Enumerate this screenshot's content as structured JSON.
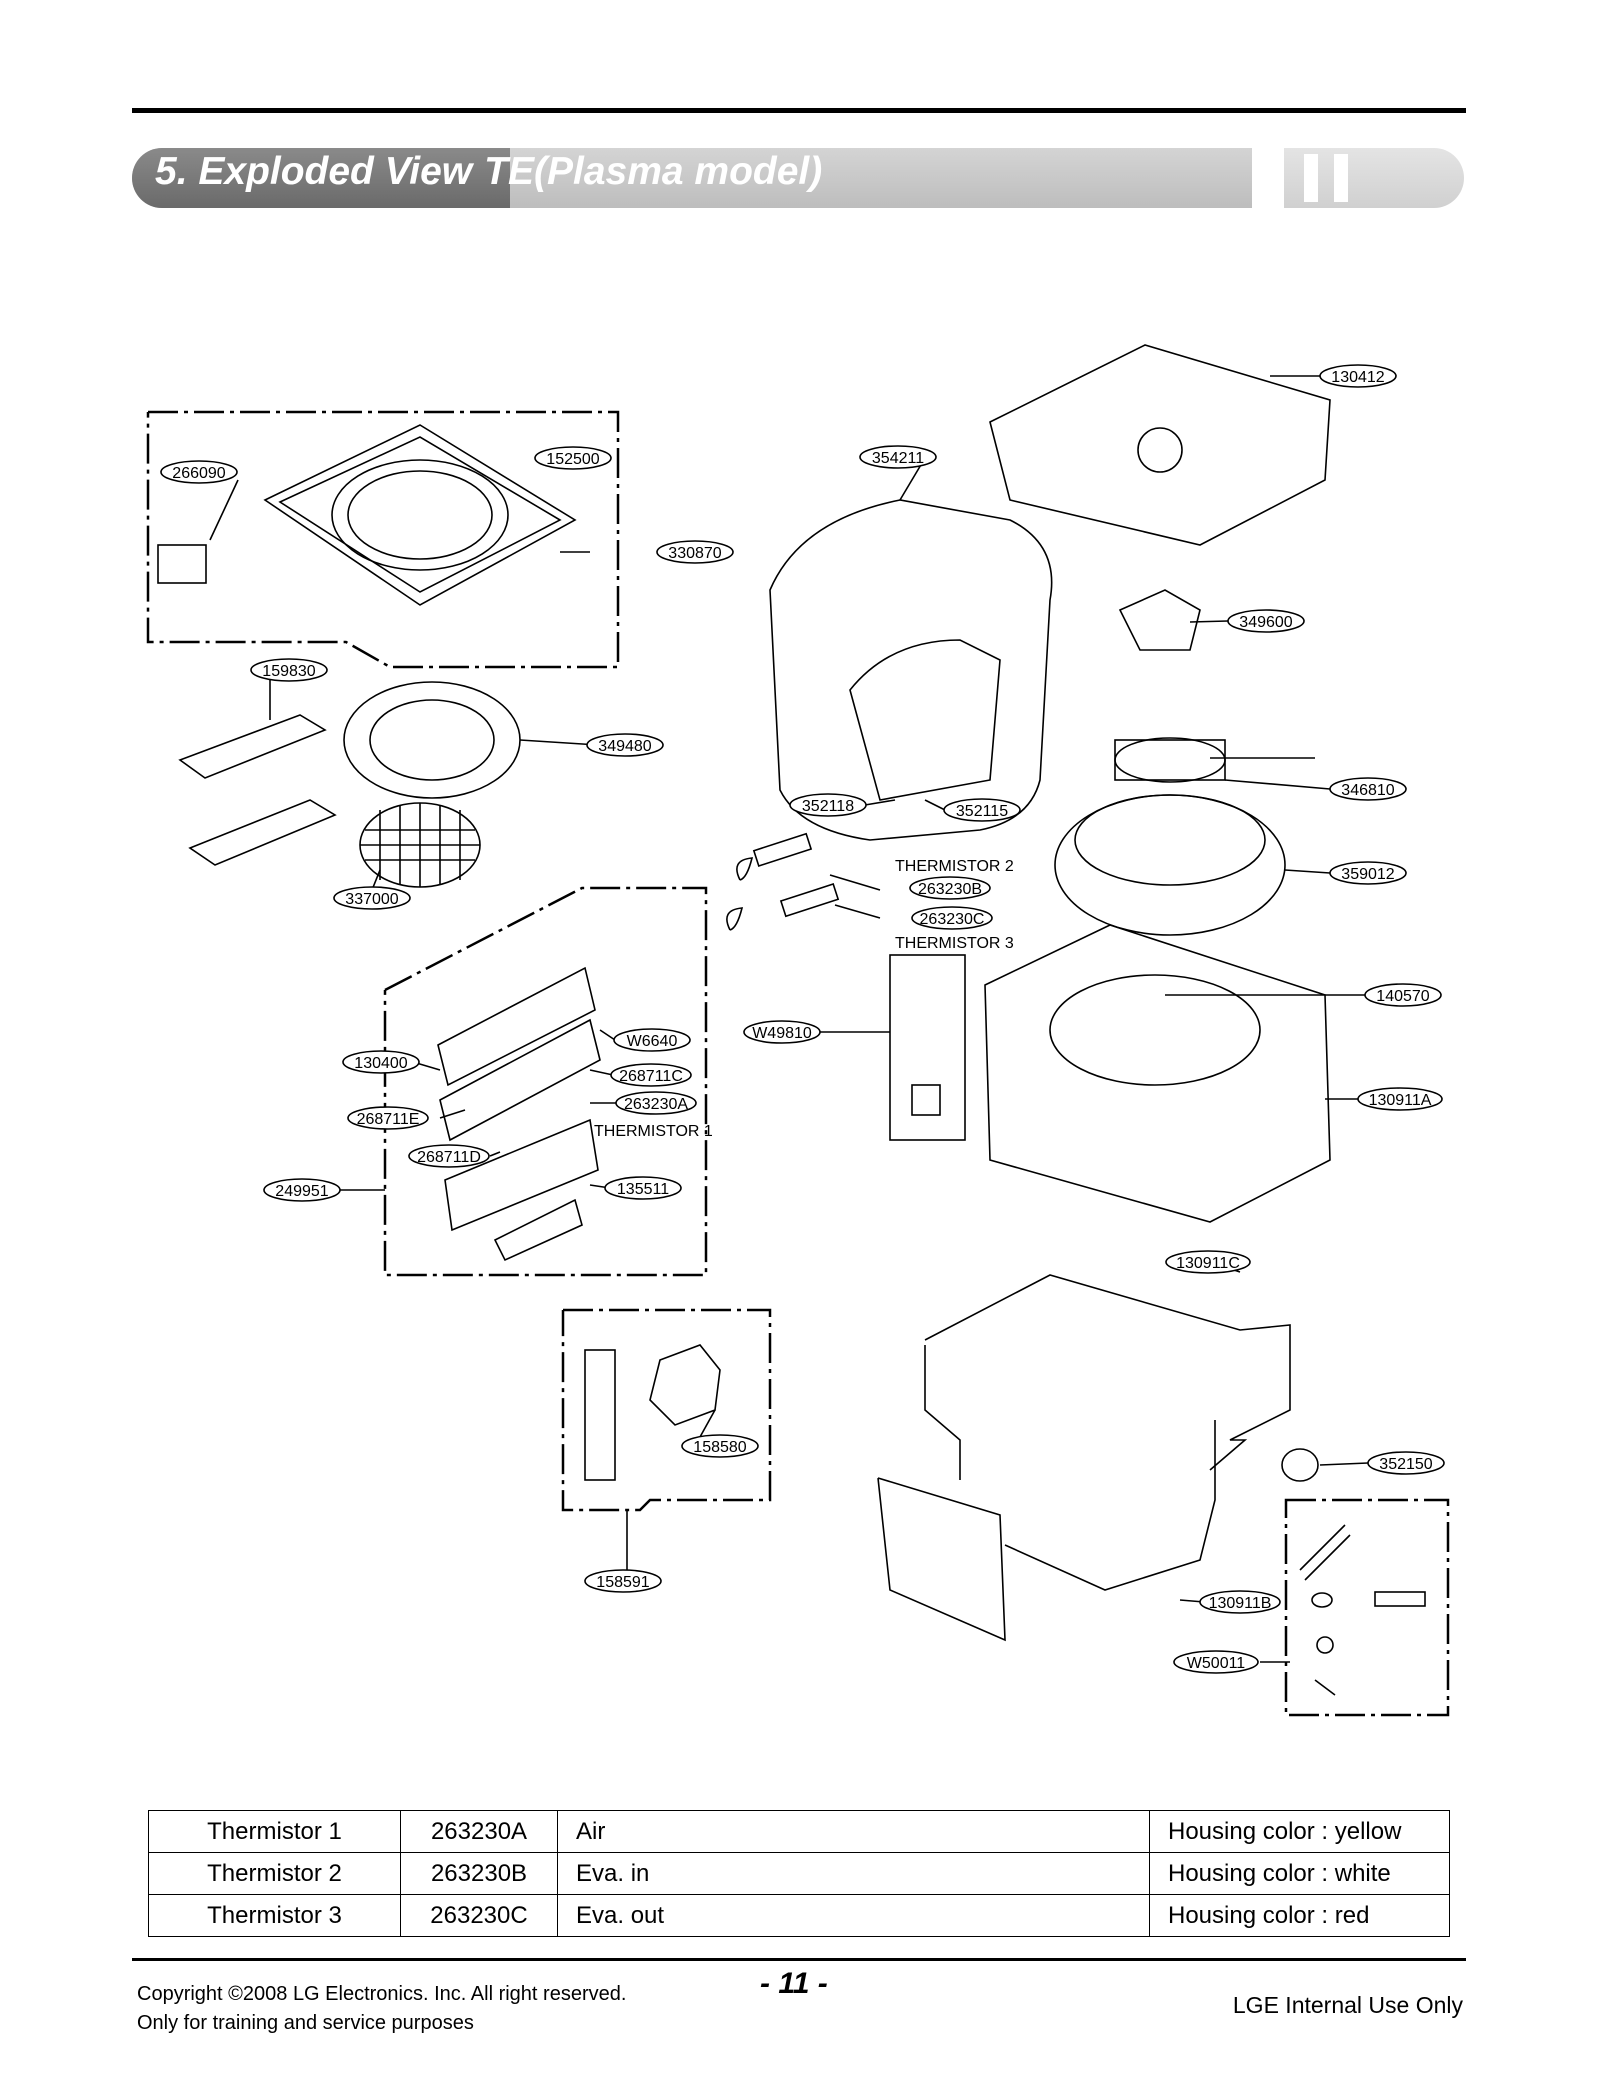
{
  "header": {
    "title": "5. Exploded View",
    "subtitle": "TE(Plasma model)"
  },
  "parts": [
    "130412",
    "266090",
    "152500",
    "354211",
    "330870",
    "349600",
    "159830",
    "349480",
    "346810",
    "352118",
    "352115",
    "359012",
    "337000",
    "263230B",
    "263230C",
    "140570",
    "W6640",
    "W49810",
    "130400",
    "268711C",
    "263230A",
    "130911A",
    "268711E",
    "268711D",
    "135511",
    "249951",
    "130911C",
    "158580",
    "352150",
    "130911B",
    "158591",
    "W50011"
  ],
  "thermistor_labels": [
    "THERMISTOR 2",
    "THERMISTOR 3",
    "THERMISTOR 1"
  ],
  "table": {
    "rows": [
      {
        "name": "Thermistor 1",
        "part": "263230A",
        "location": "Air",
        "housing": "Housing color : yellow"
      },
      {
        "name": "Thermistor 2",
        "part": "263230B",
        "location": "Eva. in",
        "housing": "Housing color : white"
      },
      {
        "name": "Thermistor 3",
        "part": "263230C",
        "location": "Eva. out",
        "housing": "Housing color : red"
      }
    ]
  },
  "footer": {
    "copyright": "Copyright ©2008 LG Electronics. Inc. All right reserved.",
    "purpose": "Only for training and service purposes",
    "page": "- 11 -",
    "internal": "LGE Internal Use Only"
  }
}
